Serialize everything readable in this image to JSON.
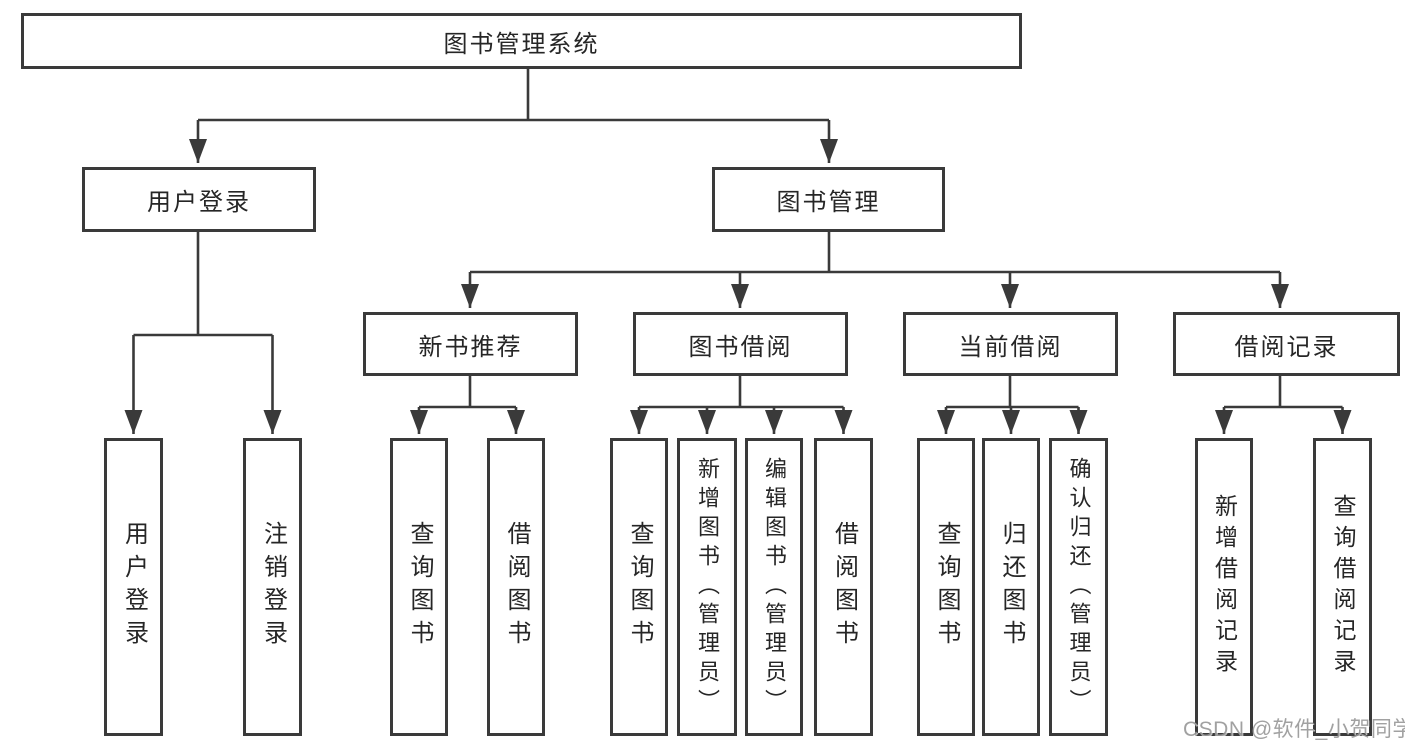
{
  "diagram_title": "图书管理系统",
  "tree": {
    "root": "图书管理系统",
    "user_login": {
      "label": "用户登录",
      "children": [
        "用户登录",
        "注销登录"
      ]
    },
    "book_management": {
      "label": "图书管理",
      "groups": [
        {
          "label": "新书推荐",
          "children": [
            "查询图书",
            "借阅图书"
          ]
        },
        {
          "label": "图书借阅",
          "children": [
            "查询图书",
            "新增图书（管理员）",
            "编辑图书（管理员）",
            "借阅图书"
          ]
        },
        {
          "label": "当前借阅",
          "children": [
            "查询图书",
            "归还图书",
            "确认归还（管理员）"
          ]
        },
        {
          "label": "借阅记录",
          "children": [
            "新增借阅记录",
            "查询借阅记录"
          ]
        }
      ]
    }
  },
  "watermark": "CSDN @软件_小贺同学",
  "colors": {
    "line": "#3a3a3a",
    "box_border": "#3a3a3a",
    "text": "#262626",
    "background": "#ffffff",
    "watermark": "#949494"
  }
}
